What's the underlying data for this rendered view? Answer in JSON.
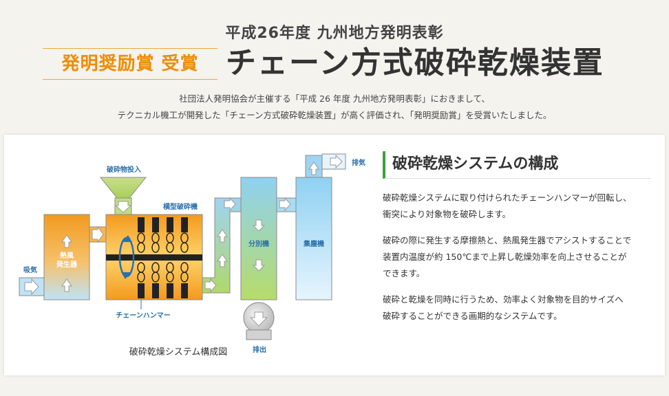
{
  "header": {
    "subtitle": "平成26年度 九州地方発明表彰",
    "award": "発明奨励賞 受賞",
    "title": "チェーン方式破砕乾燥装置",
    "intro_line1": "社団法人発明協会が主催する「平成 26 年度 九州地方発明表彰」におきまして、",
    "intro_line2": "テクニカル機工が開発した「チェーン方式破砕乾燥装置」が高く評価され、「発明奨励賞」を受賞いたしました。"
  },
  "diagram": {
    "caption": "破砕乾燥システム構成図",
    "labels": {
      "intake": "吸気",
      "heater": "熱風\n発生器",
      "feed": "破砕物投入",
      "crusher": "横型破砕機",
      "hammer": "チェーンハンマー",
      "separator": "分別機",
      "collector": "集塵機",
      "exhaust": "排気",
      "discharge": "排出"
    },
    "colors": {
      "orange": "#f39a1e",
      "light_orange": "#ffd36b",
      "blue": "#9fd4f2",
      "green": "#a6d96a",
      "gray": "#9a9a9a",
      "dark": "#222222",
      "label_blue": "#2a6fa8"
    }
  },
  "system": {
    "heading": "破砕乾燥システムの構成",
    "paragraphs": [
      [
        "破砕乾燥システムに取り付けられたチェーンハンマーが回転し、",
        "衝突により対象物を破砕します。"
      ],
      [
        "破砕の際に発生する摩擦熱と、熱風発生器でアシストすることで",
        "装置内温度が約 150℃まで上昇し乾燥効率を向上させることが",
        "できます。"
      ],
      [
        "破砕と乾燥を同時に行うため、効率よく対象物を目的サイズへ",
        "破砕することができる画期的なシステムです。"
      ]
    ]
  }
}
